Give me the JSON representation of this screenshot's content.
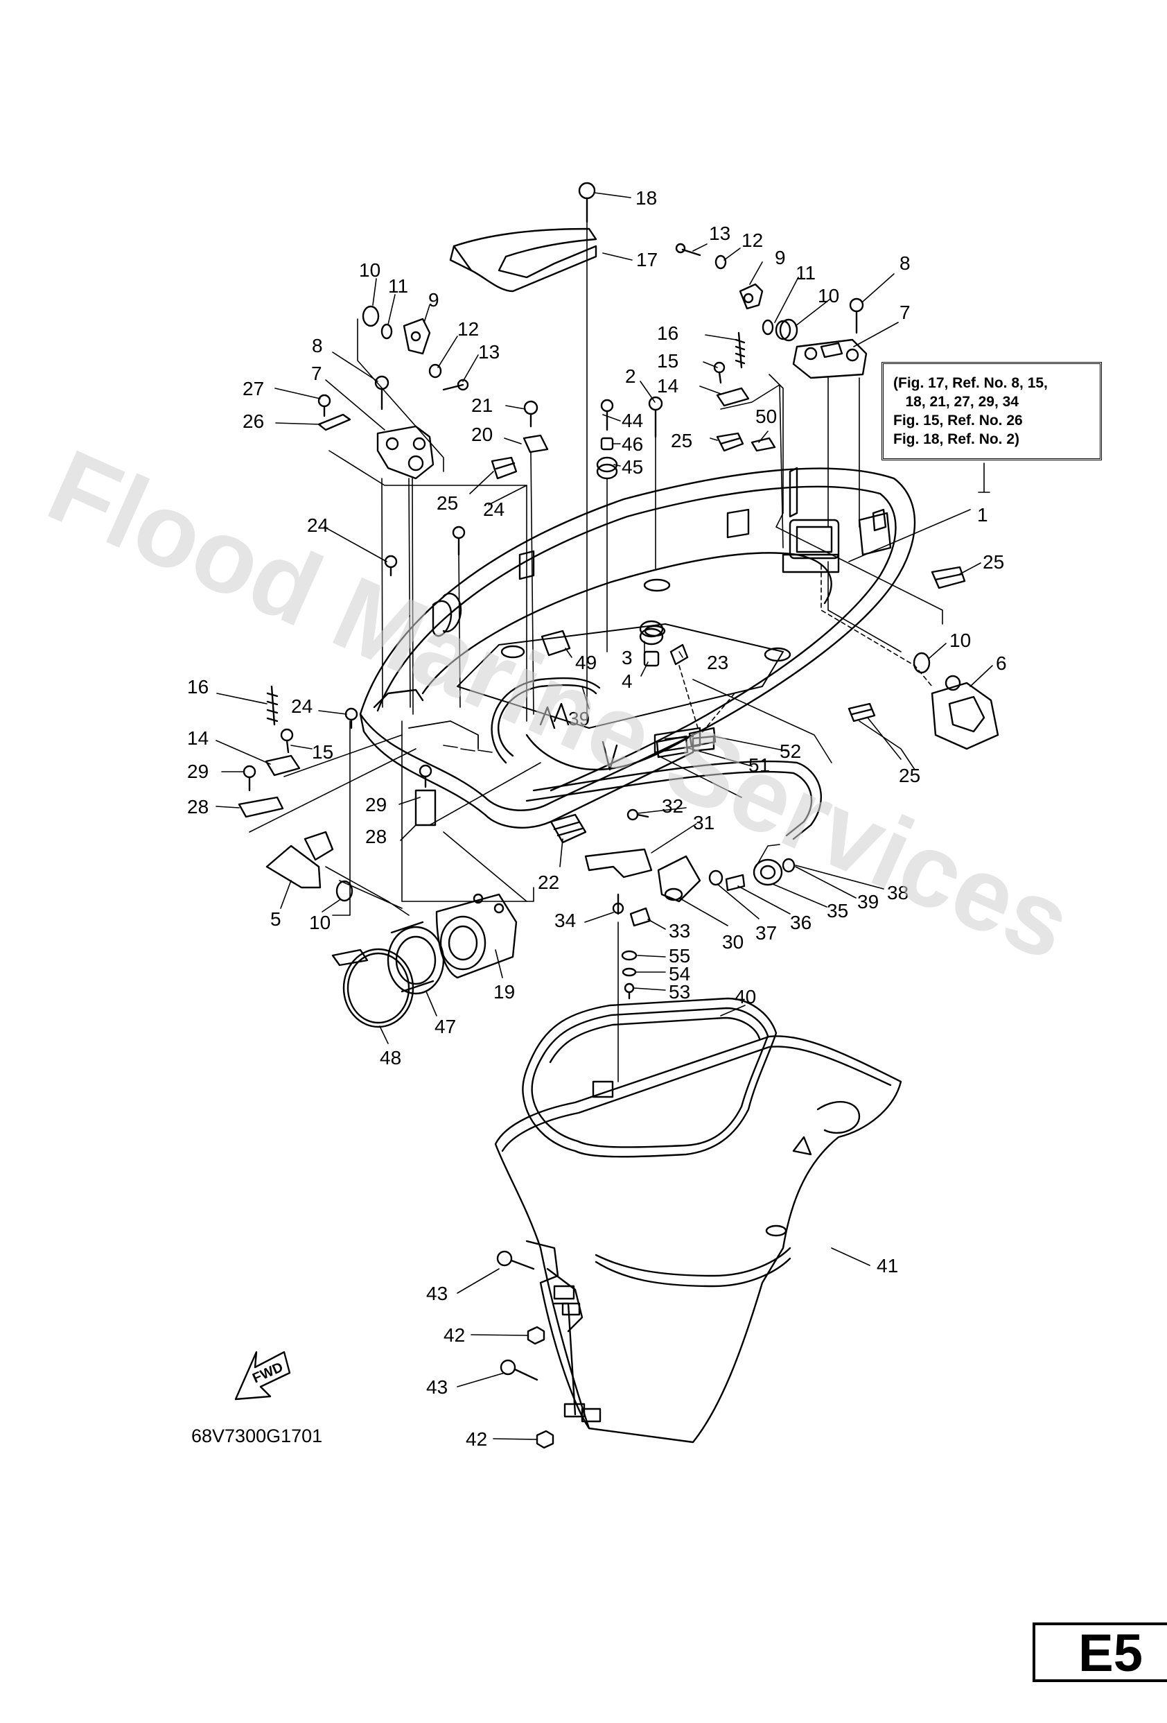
{
  "watermark": "Flood Marine Services",
  "reference_note": [
    "(Fig. 17, Ref. No. 8, 15,",
    "   18, 21, 27, 29, 34",
    "Fig. 15, Ref. No. 26",
    "Fig. 18, Ref. No. 2)"
  ],
  "fwd_label": "FWD",
  "diagram_code": "68V7300G1701",
  "page_id": "E5",
  "callouts": [
    {
      "id": "c18a",
      "text": "18"
    },
    {
      "id": "c17",
      "text": "17"
    },
    {
      "id": "c13r",
      "text": "13"
    },
    {
      "id": "c12r",
      "text": "12"
    },
    {
      "id": "c9r",
      "text": "9"
    },
    {
      "id": "c11r",
      "text": "11"
    },
    {
      "id": "c10r",
      "text": "10"
    },
    {
      "id": "c8r",
      "text": "8"
    },
    {
      "id": "c7r",
      "text": "7"
    },
    {
      "id": "c10l",
      "text": "10"
    },
    {
      "id": "c11l",
      "text": "11"
    },
    {
      "id": "c9l",
      "text": "9"
    },
    {
      "id": "c12l",
      "text": "12"
    },
    {
      "id": "c13l",
      "text": "13"
    },
    {
      "id": "c8l",
      "text": "8"
    },
    {
      "id": "c7l",
      "text": "7"
    },
    {
      "id": "c27",
      "text": "27"
    },
    {
      "id": "c26",
      "text": "26"
    },
    {
      "id": "c16r",
      "text": "16"
    },
    {
      "id": "c15r",
      "text": "15"
    },
    {
      "id": "c14r",
      "text": "14"
    },
    {
      "id": "c2",
      "text": "2"
    },
    {
      "id": "c21",
      "text": "21"
    },
    {
      "id": "c44",
      "text": "44"
    },
    {
      "id": "c46",
      "text": "46"
    },
    {
      "id": "c45",
      "text": "45"
    },
    {
      "id": "c20",
      "text": "20"
    },
    {
      "id": "c25a",
      "text": "25"
    },
    {
      "id": "c50",
      "text": "50"
    },
    {
      "id": "c25b",
      "text": "25"
    },
    {
      "id": "c24a",
      "text": "24"
    },
    {
      "id": "c24b",
      "text": "24"
    },
    {
      "id": "c1",
      "text": "1"
    },
    {
      "id": "c25c",
      "text": "25"
    },
    {
      "id": "c10c",
      "text": "10"
    },
    {
      "id": "c6",
      "text": "6"
    },
    {
      "id": "c49",
      "text": "49"
    },
    {
      "id": "c3",
      "text": "3"
    },
    {
      "id": "c23",
      "text": "23"
    },
    {
      "id": "c4",
      "text": "4"
    },
    {
      "id": "c16l",
      "text": "16"
    },
    {
      "id": "c24c",
      "text": "24"
    },
    {
      "id": "c39a",
      "text": "39"
    },
    {
      "id": "c15l",
      "text": "15"
    },
    {
      "id": "c14l",
      "text": "14"
    },
    {
      "id": "c52",
      "text": "52"
    },
    {
      "id": "c51",
      "text": "51"
    },
    {
      "id": "c25d",
      "text": "25"
    },
    {
      "id": "c29l",
      "text": "29"
    },
    {
      "id": "c28l",
      "text": "28"
    },
    {
      "id": "c29r",
      "text": "29"
    },
    {
      "id": "c28r",
      "text": "28"
    },
    {
      "id": "c32",
      "text": "32"
    },
    {
      "id": "c31",
      "text": "31"
    },
    {
      "id": "c22",
      "text": "22"
    },
    {
      "id": "c38",
      "text": "38"
    },
    {
      "id": "c39b",
      "text": "39"
    },
    {
      "id": "c35",
      "text": "35"
    },
    {
      "id": "c36",
      "text": "36"
    },
    {
      "id": "c37",
      "text": "37"
    },
    {
      "id": "c30",
      "text": "30"
    },
    {
      "id": "c5",
      "text": "5"
    },
    {
      "id": "c10d",
      "text": "10"
    },
    {
      "id": "c34",
      "text": "34"
    },
    {
      "id": "c33",
      "text": "33"
    },
    {
      "id": "c55",
      "text": "55"
    },
    {
      "id": "c54",
      "text": "54"
    },
    {
      "id": "c53",
      "text": "53"
    },
    {
      "id": "c19",
      "text": "19"
    },
    {
      "id": "c47",
      "text": "47"
    },
    {
      "id": "c48",
      "text": "48"
    },
    {
      "id": "c40",
      "text": "40"
    },
    {
      "id": "c41",
      "text": "41"
    },
    {
      "id": "c43a",
      "text": "43"
    },
    {
      "id": "c42a",
      "text": "42"
    },
    {
      "id": "c43b",
      "text": "43"
    },
    {
      "id": "c42b",
      "text": "42"
    }
  ]
}
